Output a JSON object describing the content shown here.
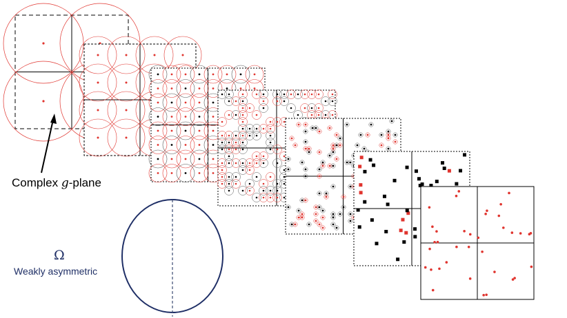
{
  "labels": {
    "plane_prefix": "Complex ",
    "plane_var": "g",
    "plane_suffix": "-plane",
    "omega_symbol": "Ω",
    "omega_caption": "Weakly asymmetric"
  },
  "colors": {
    "red": "#e0342e",
    "black": "#000000",
    "grey_circle": "#555555",
    "navy": "#1f2f66",
    "dashed_axis": "#3b4a72"
  }
}
